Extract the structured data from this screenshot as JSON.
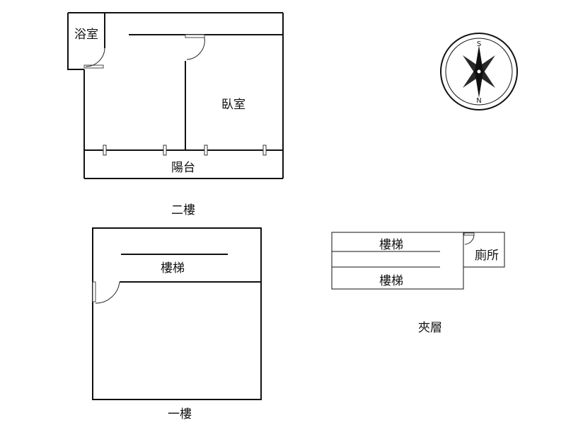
{
  "floors": {
    "second": {
      "label": "二樓",
      "rooms": {
        "bathroom": "浴室",
        "bedroom": "臥室",
        "balcony": "陽台"
      }
    },
    "first": {
      "label": "一樓",
      "rooms": {
        "stairs": "樓梯"
      }
    },
    "mezzanine": {
      "label": "夾層",
      "rooms": {
        "stairs_upper": "樓梯",
        "stairs_lower": "樓梯",
        "toilet": "廁所"
      }
    }
  },
  "compass": {
    "top_letter": "S",
    "bottom_letter": "N"
  },
  "colors": {
    "line": "#111111",
    "background": "#ffffff"
  }
}
